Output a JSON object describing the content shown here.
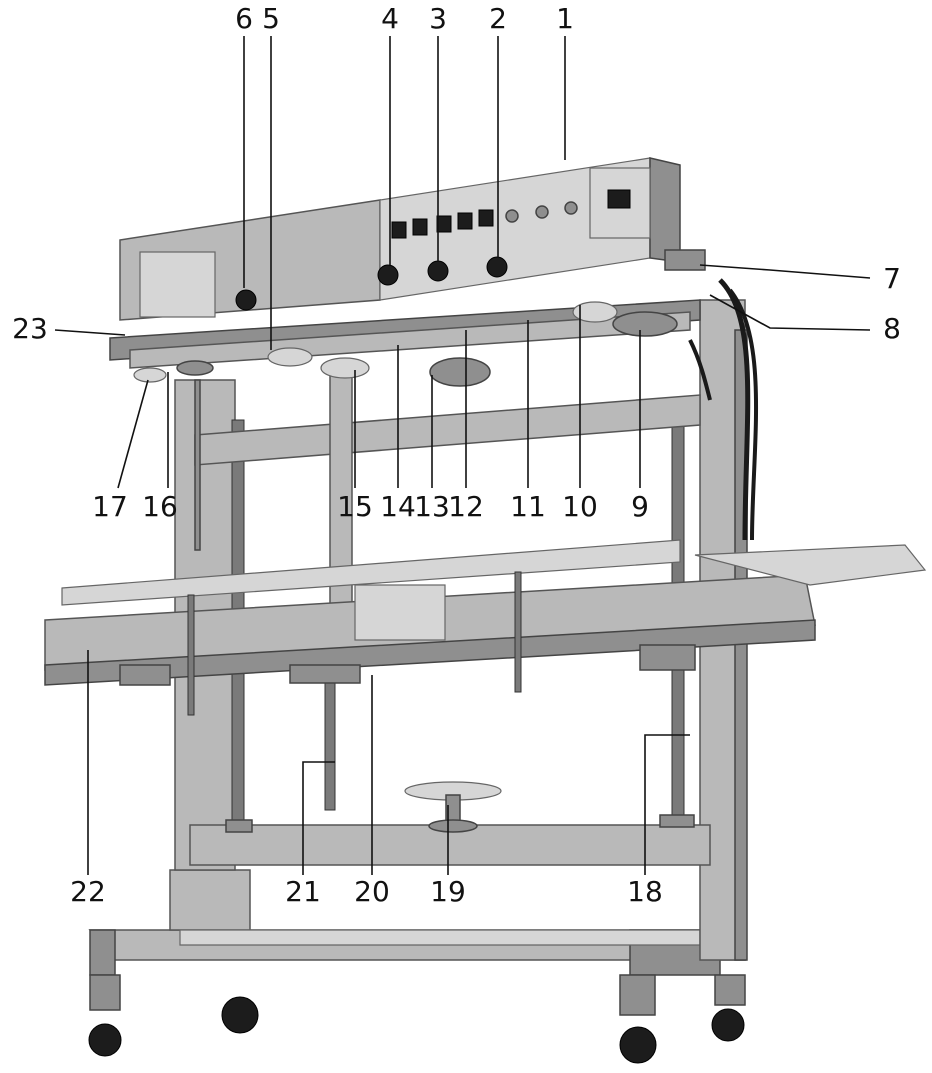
{
  "labels": [
    {
      "id": "label-1",
      "text": "1"
    },
    {
      "id": "label-2",
      "text": "2"
    },
    {
      "id": "label-3",
      "text": "3"
    },
    {
      "id": "label-4",
      "text": "4"
    },
    {
      "id": "label-5",
      "text": "5"
    },
    {
      "id": "label-6",
      "text": "6"
    },
    {
      "id": "label-7",
      "text": "7"
    },
    {
      "id": "label-8",
      "text": "8"
    },
    {
      "id": "label-9",
      "text": "9"
    },
    {
      "id": "label-10",
      "text": "10"
    },
    {
      "id": "label-11",
      "text": "11"
    },
    {
      "id": "label-12",
      "text": "12"
    },
    {
      "id": "label-13",
      "text": "13"
    },
    {
      "id": "label-14",
      "text": "14"
    },
    {
      "id": "label-15",
      "text": "15"
    },
    {
      "id": "label-16",
      "text": "16"
    },
    {
      "id": "label-17",
      "text": "17"
    },
    {
      "id": "label-18",
      "text": "18"
    },
    {
      "id": "label-19",
      "text": "19"
    },
    {
      "id": "label-20",
      "text": "20"
    },
    {
      "id": "label-21",
      "text": "21"
    },
    {
      "id": "label-22",
      "text": "22"
    },
    {
      "id": "label-23",
      "text": "23"
    }
  ],
  "colors": {
    "background": "#ffffff",
    "steel": "#b9b9b9",
    "line": "#111111"
  }
}
